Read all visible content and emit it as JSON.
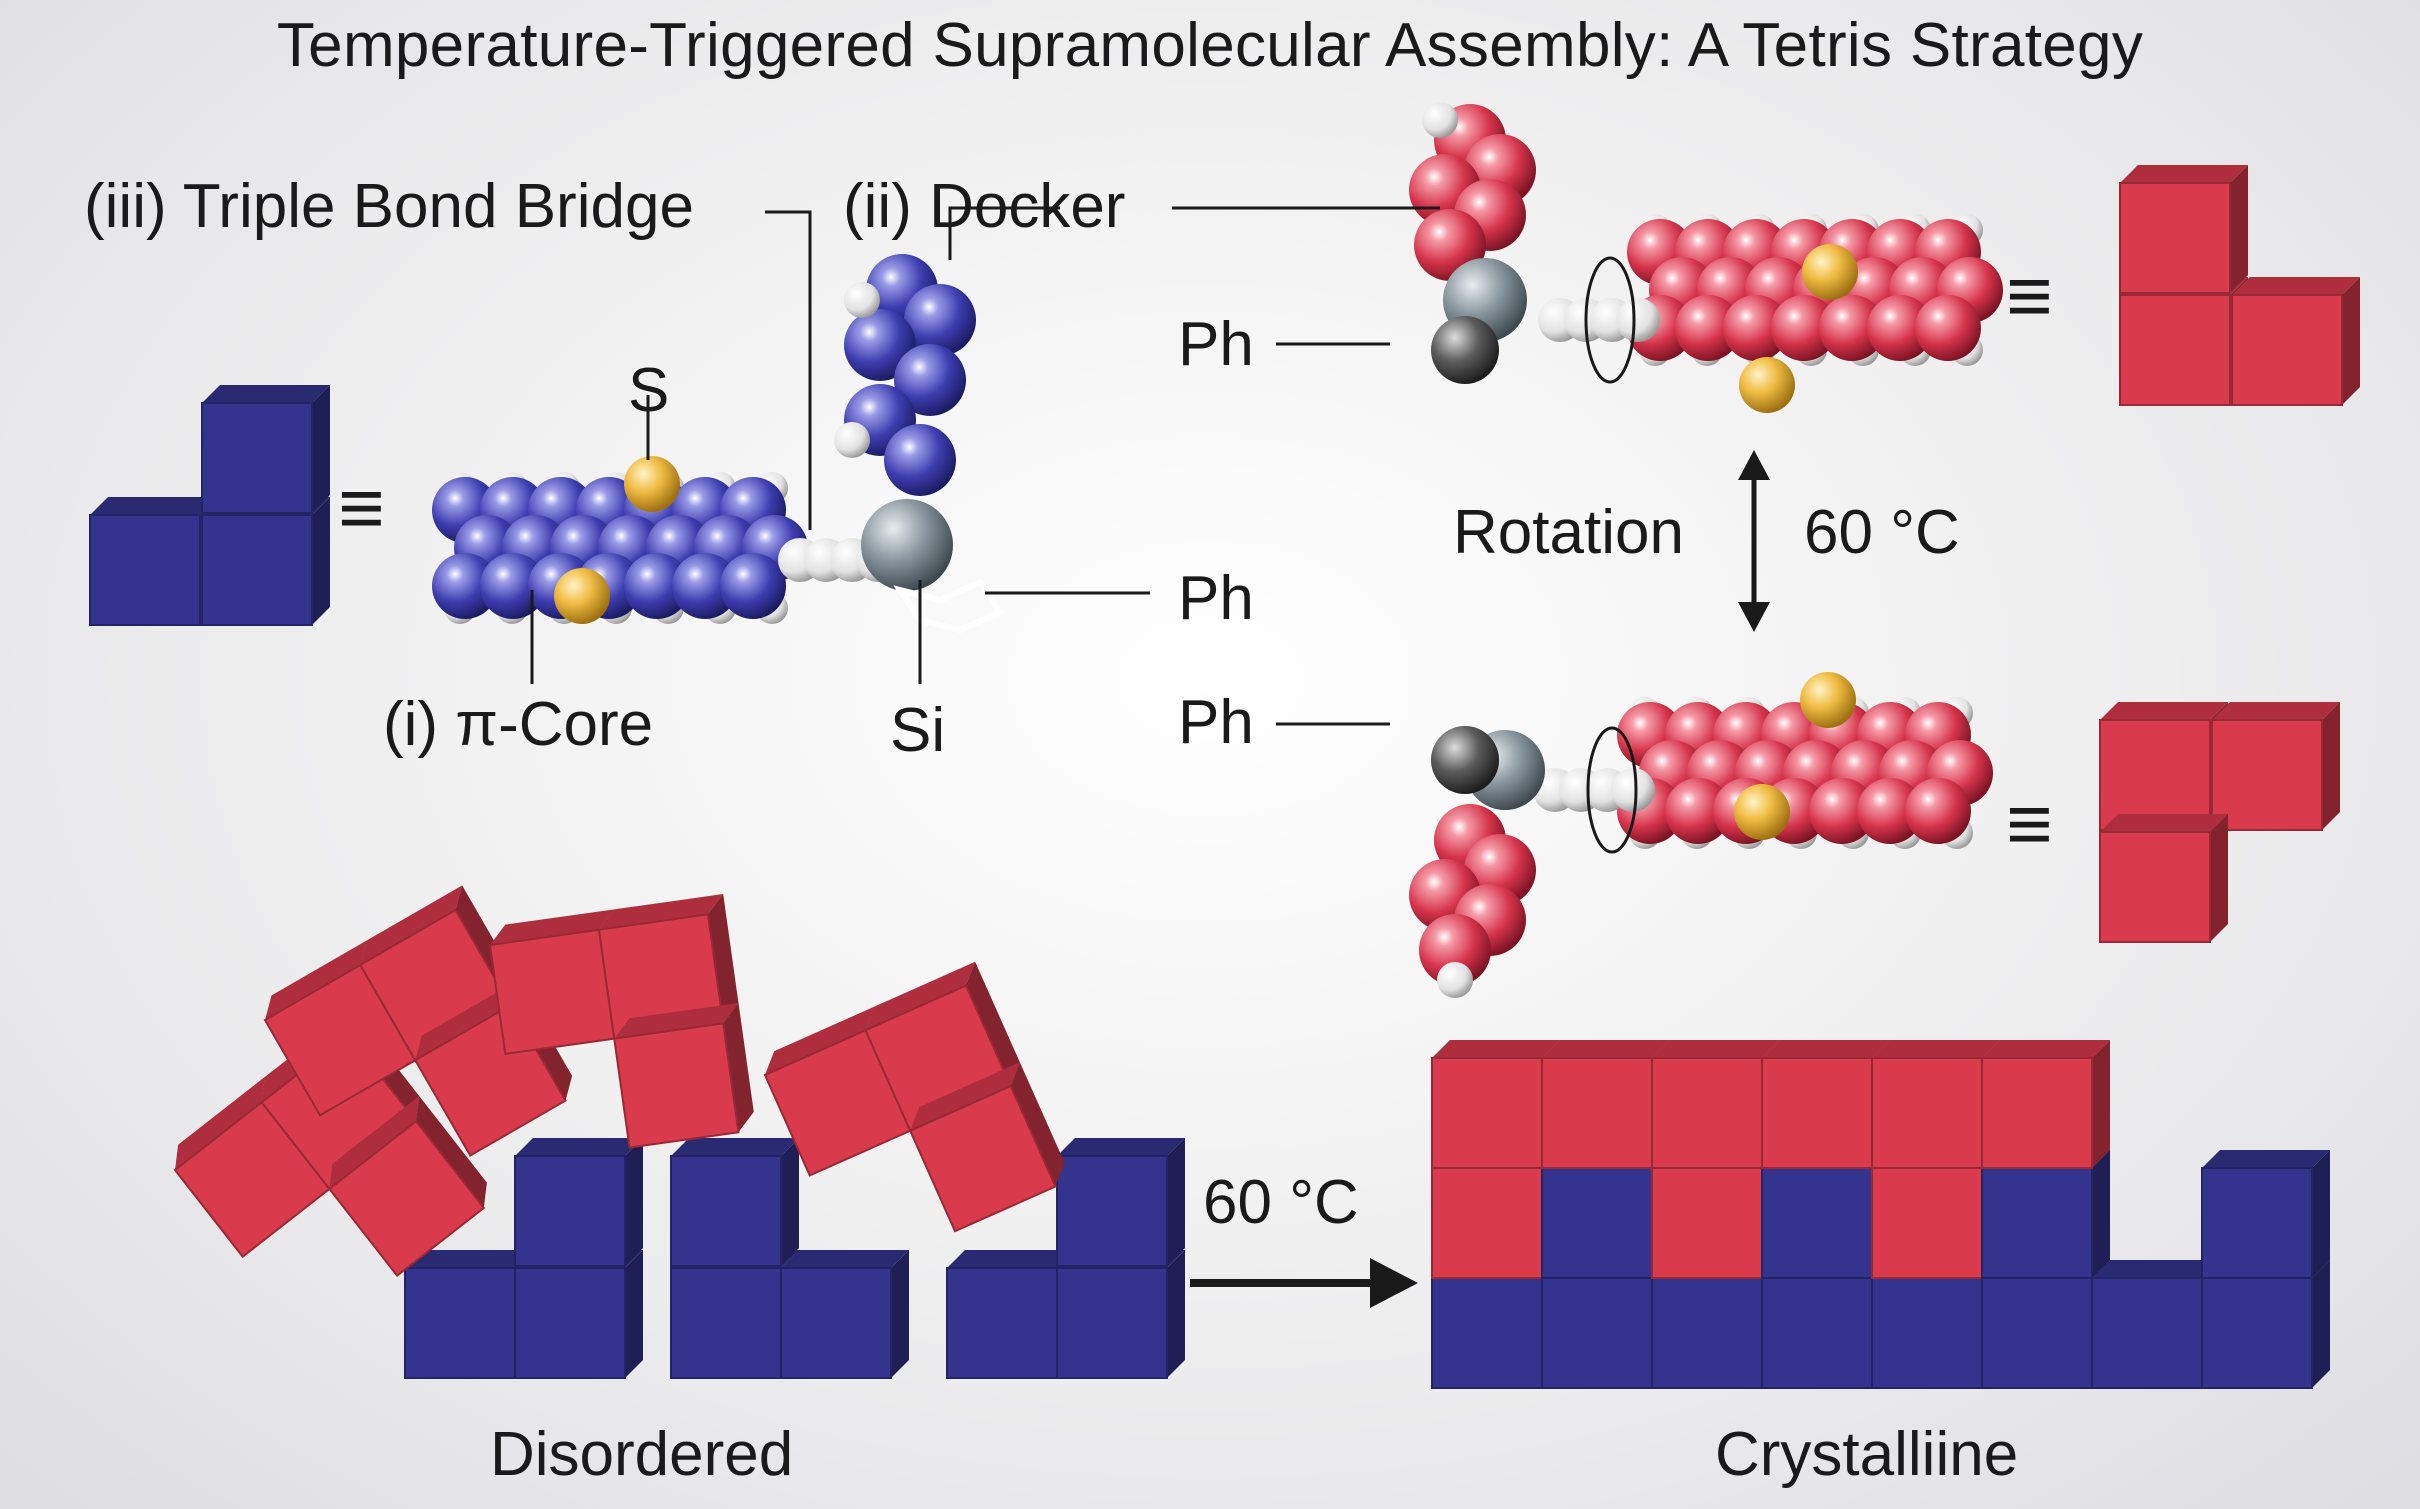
{
  "title": "Temperature-Triggered Supramolecular Assembly: A Tetris Strategy",
  "labels": {
    "bridge": "(iii) Triple Bond Bridge",
    "docker": "(ii) Docker",
    "core": "(i) π-Core",
    "sulfur": "S",
    "silicon": "Si",
    "ph_left": "Ph",
    "ph_upper": "Ph",
    "ph_lower": "Ph",
    "rotation": "Rotation",
    "temp_rotation": "60 °C",
    "temp_arrow": "60 °C",
    "disordered": "Disordered",
    "crystalline": "Crystalliine",
    "equiv": "≡"
  },
  "colors": {
    "blue_block": "#34348f",
    "red_block": "#d93a4c",
    "sulfur": "#e6b23a",
    "silicon": "#7f8c93",
    "background": "#ececee"
  },
  "icons": [
    "equivalence-symbol-icon",
    "double-arrow-icon",
    "right-arrow-icon",
    "rotation-arrow-icon"
  ]
}
